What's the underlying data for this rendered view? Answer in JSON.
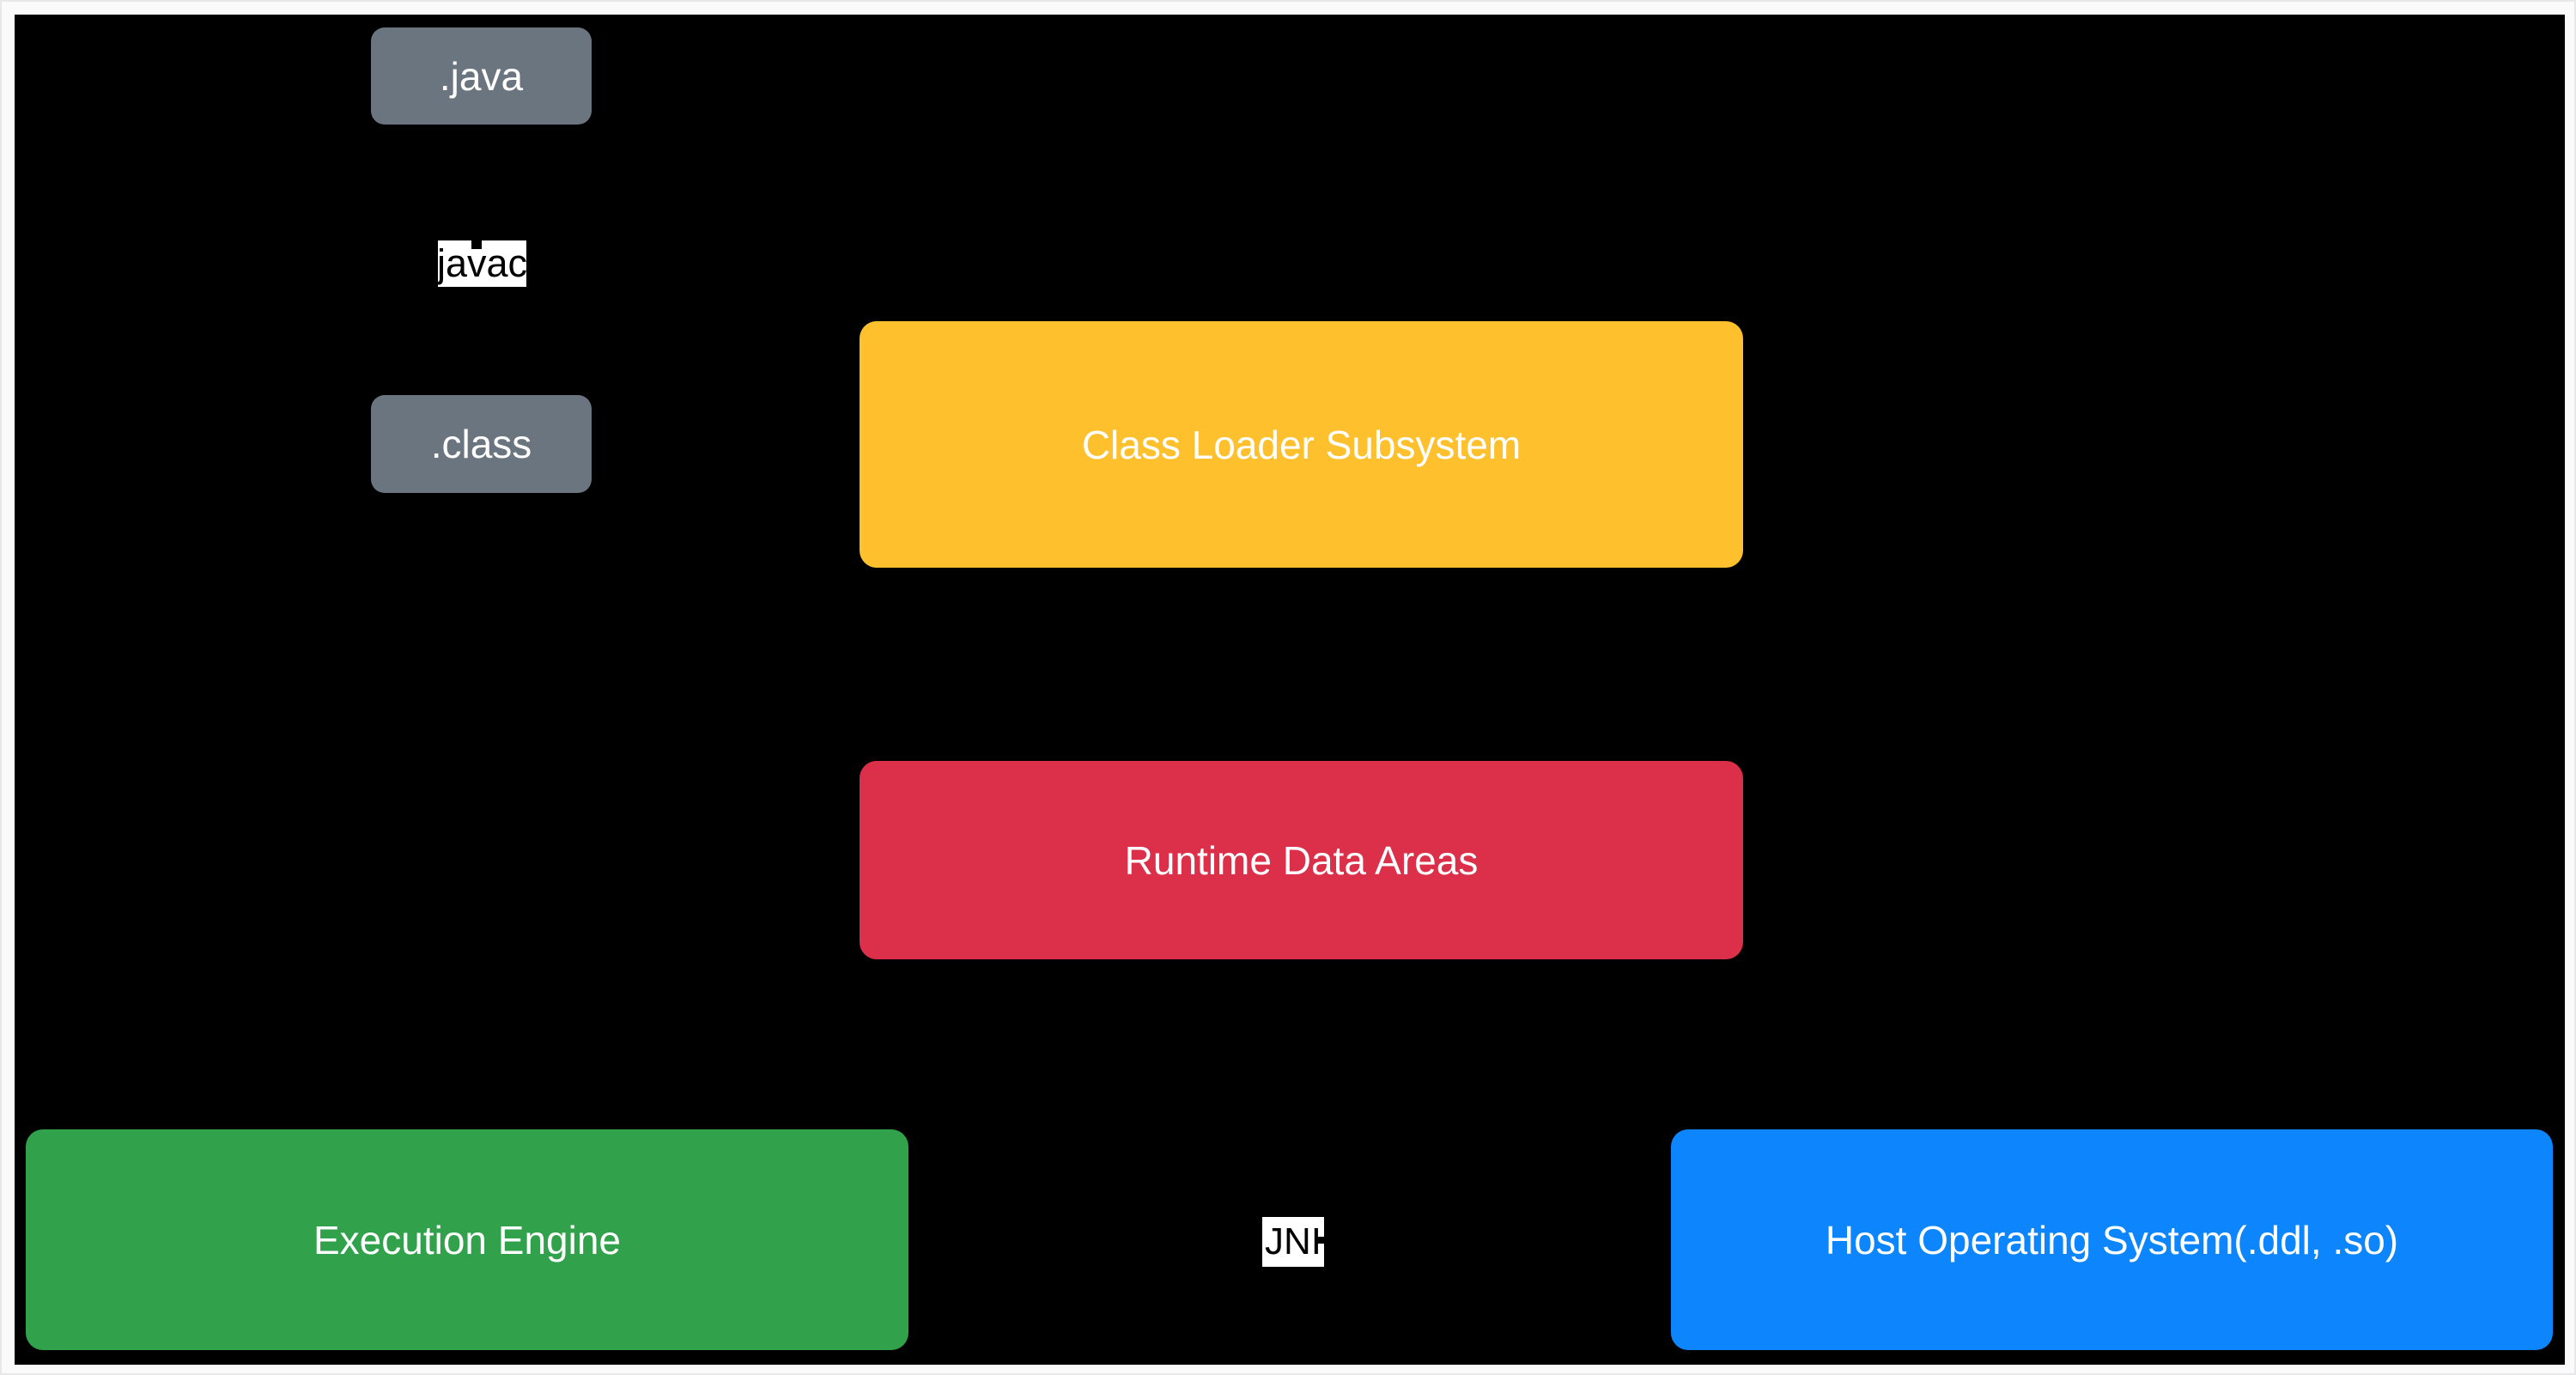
{
  "diagram": {
    "background": "#000000",
    "frame_color": "#fafafa",
    "nodes": {
      "java_file": {
        "label": ".java",
        "bg": "#6b7580",
        "fg": "#ffffff"
      },
      "javac": {
        "label": "javac",
        "bg": "#ffffff",
        "fg": "#000000"
      },
      "class_file": {
        "label": ".class",
        "bg": "#6b7580",
        "fg": "#ffffff"
      },
      "class_loader": {
        "label": "Class Loader Subsystem",
        "bg": "#fec12d",
        "fg": "#ffffff"
      },
      "runtime_data": {
        "label": "Runtime Data Areas",
        "bg": "#dc2f49",
        "fg": "#ffffff"
      },
      "execution_engine": {
        "label": "Execution Engine",
        "bg": "#31a24b",
        "fg": "#ffffff"
      },
      "jni": {
        "label": "JNI",
        "bg": "#ffffff",
        "fg": "#000000"
      },
      "host_os": {
        "label": "Host Operating System(.ddl, .so)",
        "bg": "#0d85fc",
        "fg": "#ffffff"
      }
    }
  }
}
